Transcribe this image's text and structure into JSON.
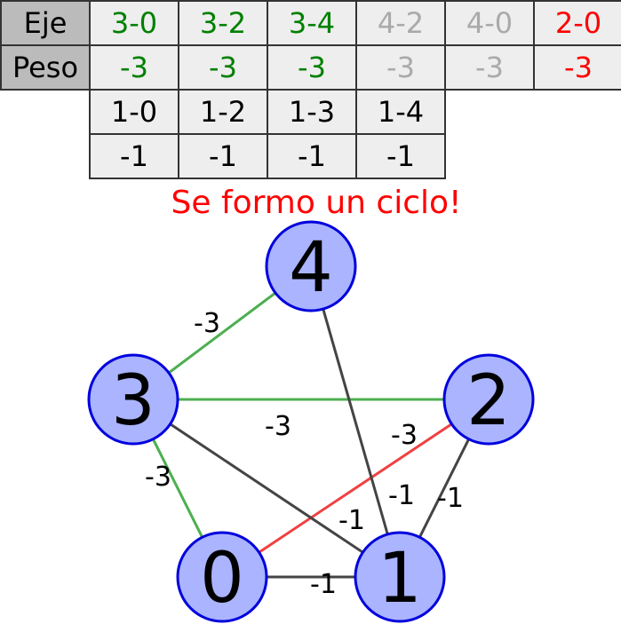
{
  "colors": {
    "accepted": "#008000",
    "discarded": "#aaaaaa",
    "cycle": "#ff0000",
    "pending": "#000000",
    "cell_bg": "#eeeeee",
    "header_bg": "#bbbbbb",
    "node_fill": "#aab4ff",
    "node_stroke": "#0000dd",
    "edge_default": "#444444",
    "edge_accepted": "#4caf50",
    "edge_cycle": "#f04040"
  },
  "table": {
    "row_labels": [
      "Eje",
      "Peso"
    ],
    "top_edges": [
      {
        "edge": "3-0",
        "weight": "-3",
        "status": "accepted"
      },
      {
        "edge": "3-2",
        "weight": "-3",
        "status": "accepted"
      },
      {
        "edge": "3-4",
        "weight": "-3",
        "status": "accepted"
      },
      {
        "edge": "4-2",
        "weight": "-3",
        "status": "discarded"
      },
      {
        "edge": "4-0",
        "weight": "-3",
        "status": "discarded"
      },
      {
        "edge": "2-0",
        "weight": "-3",
        "status": "cycle"
      }
    ],
    "bottom_edges": [
      {
        "edge": "1-0",
        "weight": "-1",
        "status": "pending"
      },
      {
        "edge": "1-2",
        "weight": "-1",
        "status": "pending"
      },
      {
        "edge": "1-3",
        "weight": "-1",
        "status": "pending"
      },
      {
        "edge": "1-4",
        "weight": "-1",
        "status": "pending"
      }
    ]
  },
  "message": "Se formo un ciclo!",
  "graph": {
    "nodes": [
      {
        "id": "0",
        "label": "0"
      },
      {
        "id": "1",
        "label": "1"
      },
      {
        "id": "2",
        "label": "2"
      },
      {
        "id": "3",
        "label": "3"
      },
      {
        "id": "4",
        "label": "4"
      }
    ],
    "edges": [
      {
        "from": "3",
        "to": "4",
        "weight": "-3",
        "status": "accepted"
      },
      {
        "from": "3",
        "to": "2",
        "weight": "-3",
        "status": "accepted"
      },
      {
        "from": "3",
        "to": "0",
        "weight": "-3",
        "status": "accepted"
      },
      {
        "from": "2",
        "to": "0",
        "weight": "-3",
        "status": "cycle"
      },
      {
        "from": "3",
        "to": "1",
        "weight": "-1",
        "status": "default"
      },
      {
        "from": "4",
        "to": "1",
        "weight": "-1",
        "status": "default"
      },
      {
        "from": "2",
        "to": "1",
        "weight": "-1",
        "status": "default"
      },
      {
        "from": "0",
        "to": "1",
        "weight": "-1",
        "status": "default"
      }
    ]
  }
}
